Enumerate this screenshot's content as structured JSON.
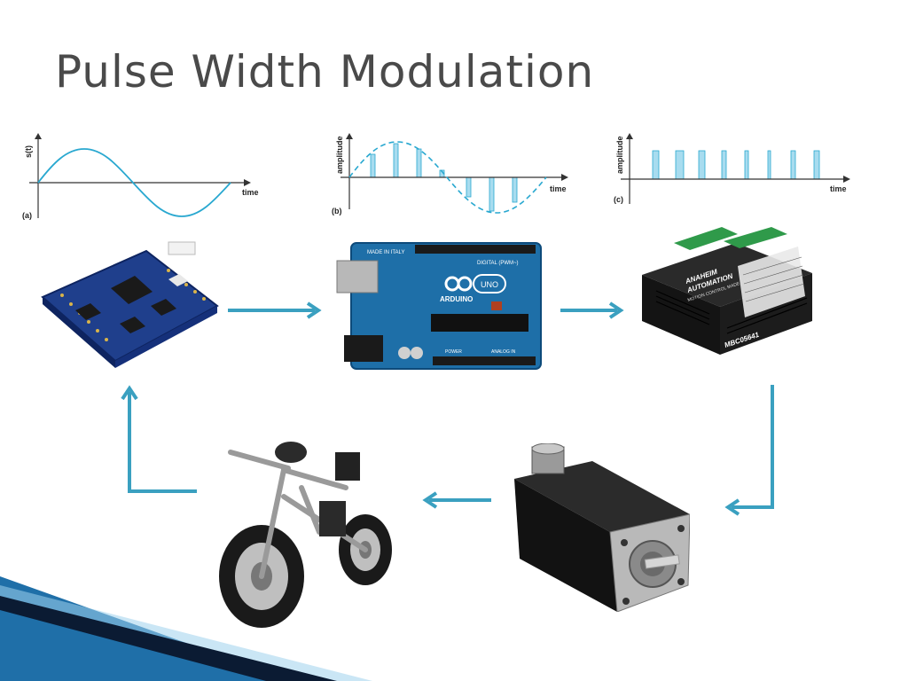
{
  "slide": {
    "title": "Pulse Width Modulation"
  },
  "colors": {
    "accent": "#3aa0c0",
    "wave": "#29a8d0",
    "pulse_fill": "#a8dcef",
    "corner_dark": "#0b1b33",
    "corner_blue": "#1f6fa8"
  },
  "plots": {
    "a": {
      "panel": "(a)",
      "ylabel": "s(t)",
      "xlabel": "time"
    },
    "b": {
      "panel": "(b)",
      "ylabel": "amplitude",
      "xlabel": "time"
    },
    "c": {
      "panel": "(c)",
      "ylabel": "amplitude",
      "xlabel": "time"
    }
  },
  "boards": {
    "arduino": {
      "made_in": "MADE IN ITALY",
      "brand": "ARDUINO",
      "model": "UNO",
      "header_digital": "DIGITAL (PWM~)",
      "header_power": "POWER",
      "header_analog": "ANALOG IN"
    },
    "driver": {
      "brand_line1": "ANAHEIM",
      "brand_line2": "AUTOMATION",
      "tagline": "MOTION CONTROL MADE EASY",
      "model": "MBC05641"
    }
  },
  "flow": [
    "controller-board",
    "arduino-uno",
    "stepper-driver",
    "stepper-motor",
    "motorcycle-frame"
  ]
}
